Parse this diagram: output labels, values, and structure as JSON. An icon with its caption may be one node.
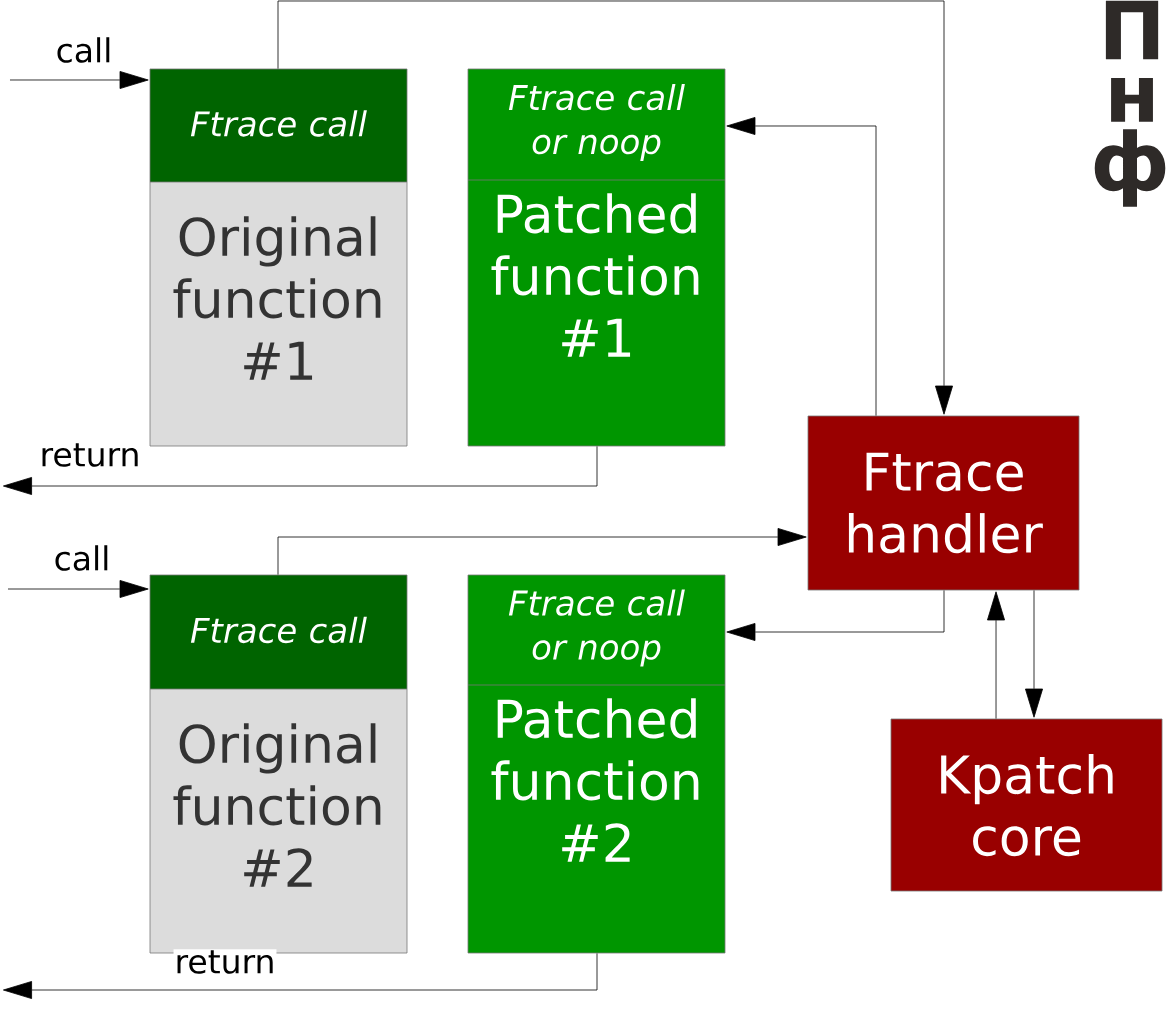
{
  "diagram": {
    "nodes": [
      {
        "text": [
          "Ftrace call",
          "Original function #1"
        ]
      },
      {
        "text": [
          "Ftrace call or noop",
          "Patched function #1"
        ]
      },
      {
        "text": [
          "Ftrace handler"
        ]
      },
      {
        "text": [
          "Ftrace call",
          "Original function #2"
        ]
      },
      {
        "text": [
          "Ftrace call or noop",
          "Patched function #2"
        ]
      },
      {
        "text": [
          "Kpatch core"
        ]
      }
    ],
    "edges": [
      {
        "from": null,
        "to": 0,
        "arrow": "to",
        "label": "call"
      },
      {
        "from": 0,
        "to": 2,
        "arrow": "to"
      },
      {
        "from": 2,
        "to": 1,
        "arrow": "to"
      },
      {
        "from": 1,
        "to": null,
        "arrow": "to",
        "label": "return"
      },
      {
        "from": null,
        "to": 3,
        "arrow": "to",
        "label": "call"
      },
      {
        "from": 3,
        "to": 2,
        "arrow": "to"
      },
      {
        "from": 2,
        "to": 4,
        "arrow": "to"
      },
      {
        "from": 4,
        "to": null,
        "arrow": "to",
        "label": "return"
      },
      {
        "from": 5,
        "to": 2,
        "arrow": "to"
      },
      {
        "from": 2,
        "to": 5,
        "arrow": "to"
      }
    ],
    "labels": [
      "П",
      "н",
      "ф"
    ]
  }
}
